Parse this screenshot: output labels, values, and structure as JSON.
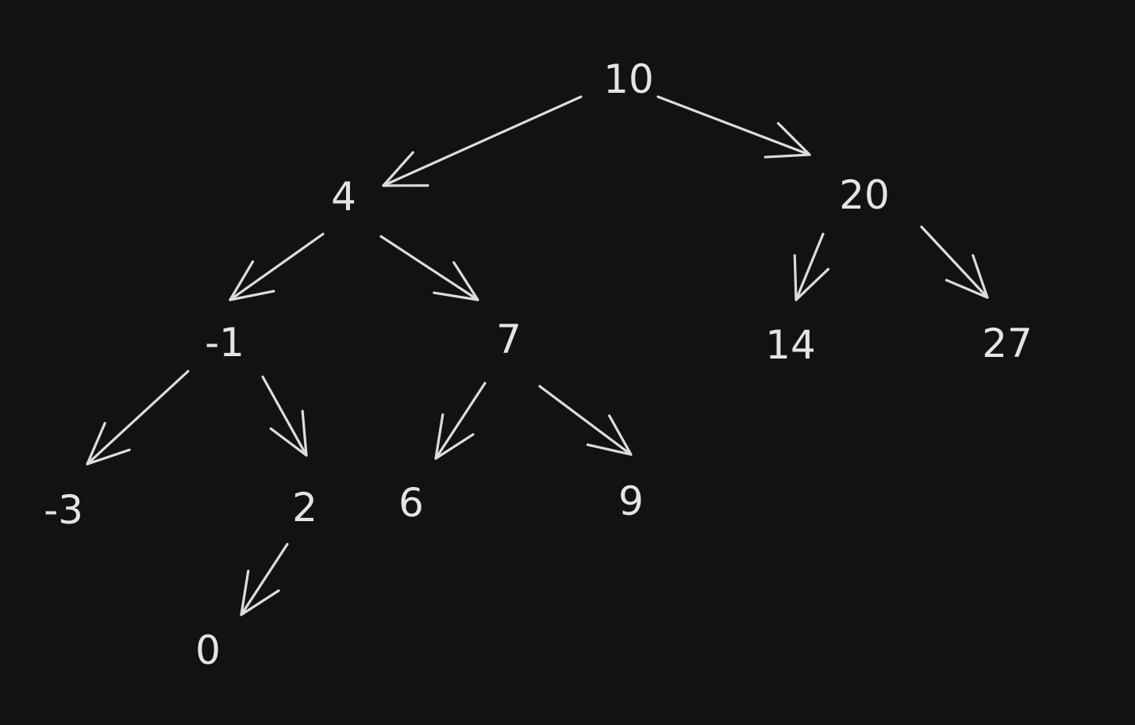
{
  "theme": {
    "background": "#121212",
    "stroke": "#dcdcdc",
    "text": "#e4e4e4"
  },
  "tree": {
    "nodes": [
      {
        "id": "n10",
        "label": "10"
      },
      {
        "id": "n4",
        "label": "4"
      },
      {
        "id": "n20",
        "label": "20"
      },
      {
        "id": "nm1",
        "label": "-1"
      },
      {
        "id": "n7",
        "label": "7"
      },
      {
        "id": "n14",
        "label": "14"
      },
      {
        "id": "n27",
        "label": "27"
      },
      {
        "id": "nm3",
        "label": "-3"
      },
      {
        "id": "n2",
        "label": "2"
      },
      {
        "id": "n6",
        "label": "6"
      },
      {
        "id": "n9",
        "label": "9"
      },
      {
        "id": "n0",
        "label": "0"
      }
    ],
    "edges": [
      {
        "from": "n10",
        "to": "n4"
      },
      {
        "from": "n10",
        "to": "n20"
      },
      {
        "from": "n4",
        "to": "nm1"
      },
      {
        "from": "n4",
        "to": "n7"
      },
      {
        "from": "n20",
        "to": "n14"
      },
      {
        "from": "n20",
        "to": "n27"
      },
      {
        "from": "nm1",
        "to": "nm3"
      },
      {
        "from": "nm1",
        "to": "n2"
      },
      {
        "from": "n7",
        "to": "n6"
      },
      {
        "from": "n7",
        "to": "n9"
      },
      {
        "from": "n2",
        "to": "n0"
      }
    ]
  }
}
